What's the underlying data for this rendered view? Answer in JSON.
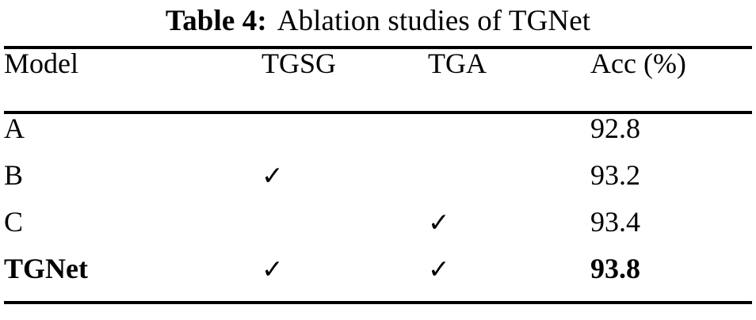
{
  "caption": {
    "label": "Table 4:",
    "text": "Ablation studies of TGNet"
  },
  "table": {
    "columns": [
      {
        "key": "model",
        "header": "Model"
      },
      {
        "key": "tgsg",
        "header": "TGSG"
      },
      {
        "key": "tga",
        "header": "TGA"
      },
      {
        "key": "acc",
        "header": "Acc (%)"
      }
    ],
    "check_glyph": "✓",
    "rows": [
      {
        "model": "A",
        "tgsg": "",
        "tga": "",
        "acc": "92.8",
        "bold": false
      },
      {
        "model": "B",
        "tgsg": "✓",
        "tga": "",
        "acc": "93.2",
        "bold": false
      },
      {
        "model": "C",
        "tgsg": "",
        "tga": "✓",
        "acc": "93.4",
        "bold": false
      },
      {
        "model": "TGNet",
        "tgsg": "✓",
        "tga": "✓",
        "acc": "93.8",
        "bold": true
      }
    ]
  },
  "chart_data": {
    "type": "table",
    "title": "Table 4: Ablation studies of TGNet",
    "columns": [
      "Model",
      "TGSG",
      "TGA",
      "Acc (%)"
    ],
    "rows": [
      [
        "A",
        "",
        "",
        "92.8"
      ],
      [
        "B",
        "✓",
        "",
        "93.2"
      ],
      [
        "C",
        "",
        "✓",
        "93.4"
      ],
      [
        "TGNet",
        "✓",
        "✓",
        "93.8"
      ]
    ],
    "highlighted_row": "TGNet",
    "ylabel": "Acc (%)",
    "values": [
      92.8,
      93.2,
      93.4,
      93.8
    ],
    "categories": [
      "A",
      "B",
      "C",
      "TGNet"
    ]
  },
  "style": {
    "background": "#ffffff",
    "ink": "#000000"
  }
}
